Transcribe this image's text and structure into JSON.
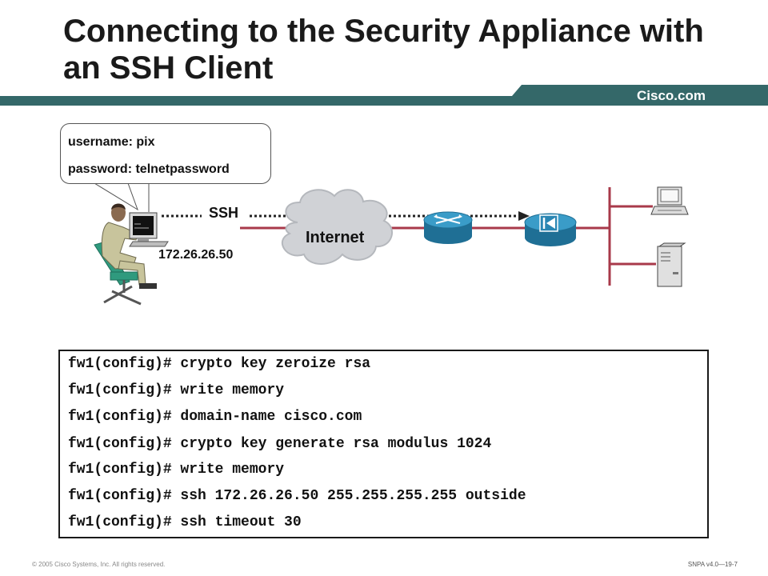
{
  "slide": {
    "title_line1": "Connecting to the Security Appliance with",
    "title_line2": "an SSH Client",
    "brand": "Cisco.com",
    "brand_color": "#346869"
  },
  "callout": {
    "username": "username: pix",
    "password": "password: telnetpassword"
  },
  "diagram": {
    "link_label": "SSH",
    "cloud_label": "Internet",
    "client_ip": "172.26.26.50",
    "link_color": "#a83a4a",
    "device_color": "#2f8fb8",
    "icons": [
      "user-at-workstation-icon",
      "internet-cloud-icon",
      "router-icon",
      "pix-firewall-icon",
      "desktop-pc-icon",
      "server-icon"
    ]
  },
  "cli": {
    "lines": [
      "fw1(config)# crypto key zeroize rsa",
      "fw1(config)# write memory",
      "fw1(config)# domain-name cisco.com",
      "fw1(config)# crypto key generate rsa modulus 1024",
      "fw1(config)# write memory",
      "fw1(config)# ssh 172.26.26.50 255.255.255.255 outside",
      "fw1(config)# ssh timeout 30"
    ]
  },
  "footer": {
    "copyright": "© 2005 Cisco Systems, Inc. All rights reserved.",
    "course": "SNPA v4.0—19-7"
  }
}
